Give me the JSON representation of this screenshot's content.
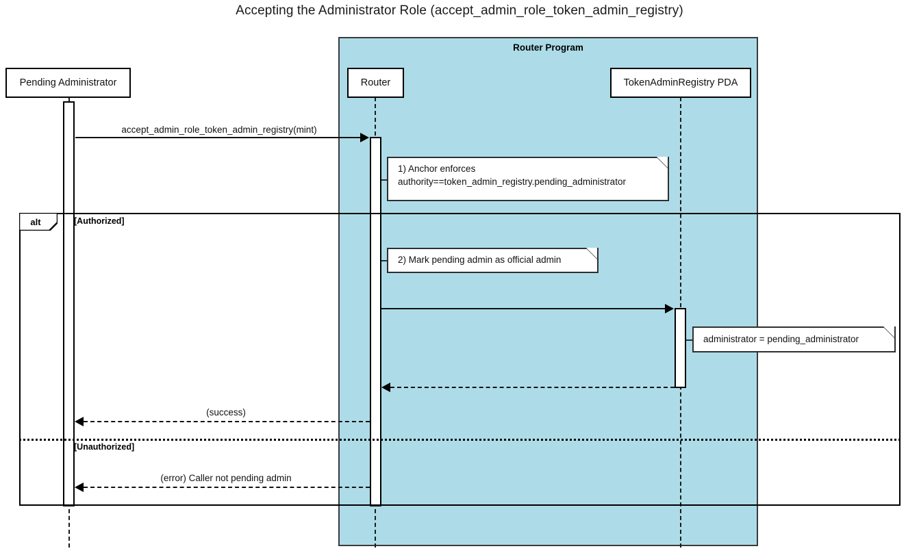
{
  "diagram": {
    "title": "Accepting the Administrator Role (accept_admin_role_token_admin_registry)",
    "type": "uml-sequence-diagram",
    "colors": {
      "group_fill": "#addce8",
      "line": "#000000",
      "note_fill": "#ffffff",
      "background": "#ffffff"
    }
  },
  "group": {
    "label": "Router Program"
  },
  "participants": [
    {
      "id": "pending-administrator",
      "label": "Pending Administrator"
    },
    {
      "id": "router",
      "label": "Router"
    },
    {
      "id": "token-admin-registry-pda",
      "label": "TokenAdminRegistry PDA"
    }
  ],
  "messages": [
    {
      "id": "m1",
      "label": "accept_admin_role_token_admin_registry(mint)",
      "from": "pending-administrator",
      "to": "router",
      "style": "solid",
      "direction": "right"
    },
    {
      "id": "m2",
      "label": "",
      "from": "router",
      "to": "token-admin-registry-pda",
      "style": "solid",
      "direction": "right"
    },
    {
      "id": "m3",
      "label": "",
      "from": "token-admin-registry-pda",
      "to": "router",
      "style": "dashed",
      "direction": "left"
    },
    {
      "id": "m4",
      "label": "(success)",
      "from": "router",
      "to": "pending-administrator",
      "style": "dashed",
      "direction": "left"
    },
    {
      "id": "m5",
      "label": "(error) Caller not pending admin",
      "from": "router",
      "to": "pending-administrator",
      "style": "dashed",
      "direction": "left"
    }
  ],
  "notes": [
    {
      "id": "note-1",
      "text": "1) Anchor enforces\nauthority==token_admin_registry.pending_administrator",
      "attached_to": "router"
    },
    {
      "id": "note-2",
      "text": "2) Mark pending admin as official admin",
      "attached_to": "router"
    },
    {
      "id": "note-3",
      "text": "administrator = pending_administrator",
      "attached_to": "token-admin-registry-pda"
    }
  ],
  "fragment": {
    "operator": "alt",
    "guards": [
      {
        "id": "guard-authorized",
        "label": "[Authorized]"
      },
      {
        "id": "guard-unauthorized",
        "label": "[Unauthorized]"
      }
    ]
  }
}
